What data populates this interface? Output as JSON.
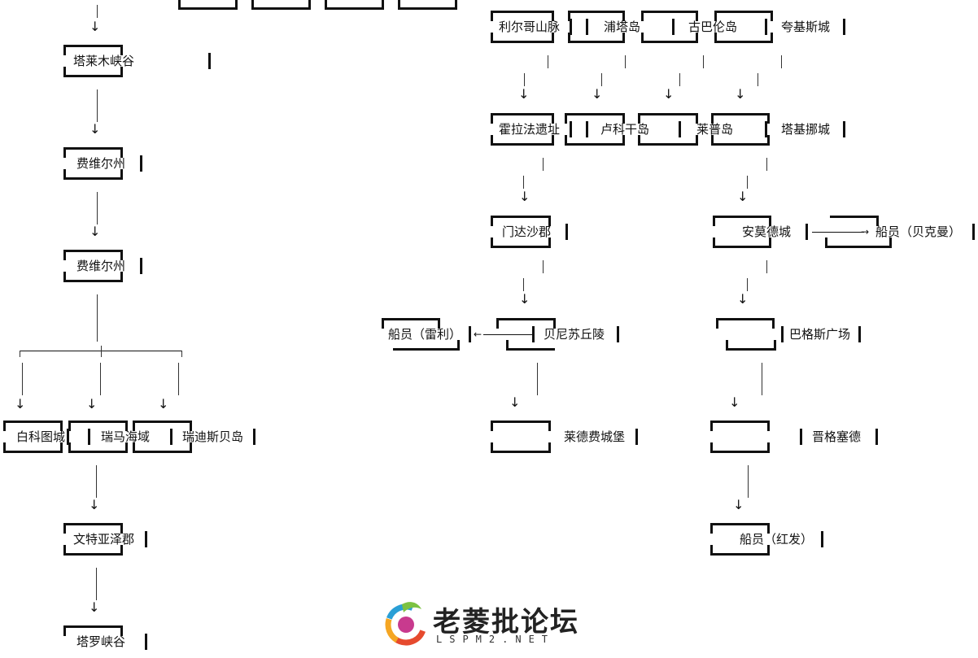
{
  "nodes": {
    "tlc": "塔莱木峡谷",
    "fwz1": "费维尔州",
    "fwz2": "费维尔州",
    "bkt": "白科图城",
    "rmh": "瑞马海域",
    "rdsb": "瑞迪斯贝岛",
    "wtyz": "文特亚泽郡",
    "tlxg": "塔罗峡谷",
    "lrgs": "利尔哥山脉",
    "ptd": "浦塔岛",
    "gblb": "古巴伦岛",
    "kjsc": "夸基斯城",
    "hlf": "霍拉法遗址",
    "lkg": "卢科干岛",
    "lpd": "莱普岛",
    "tjnc": "塔基挪城",
    "mdsj": "门达沙郡",
    "amdc": "安莫德城",
    "cy_bkm": "船员（贝克曼）",
    "cy_lei": "船员（雷利）",
    "bnsql": "贝尼苏丘陵",
    "bgsgc": "巴格斯广场",
    "ldfcb": "莱德费城堡",
    "jgsd": "晋格塞德",
    "cy_hf": "船员（红发）"
  },
  "watermark": {
    "title": "老菱批论坛",
    "subtitle": "LSPM2.NET"
  }
}
